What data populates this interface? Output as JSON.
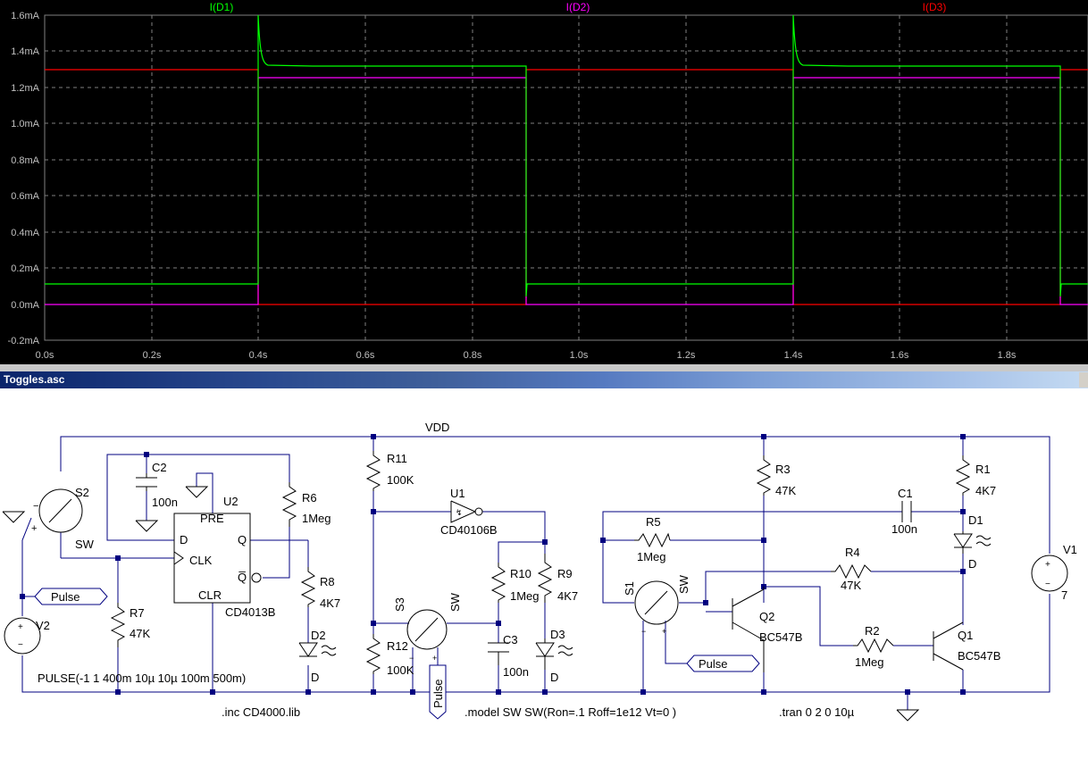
{
  "plot": {
    "traces": [
      {
        "label": "I(D1)",
        "color": "#00ff00"
      },
      {
        "label": "I(D2)",
        "color": "#ff00ff"
      },
      {
        "label": "I(D3)",
        "color": "#ff0000"
      }
    ],
    "y_ticks": [
      "1.6mA",
      "1.4mA",
      "1.2mA",
      "1.0mA",
      "0.8mA",
      "0.6mA",
      "0.4mA",
      "0.2mA",
      "0.0mA",
      "-0.2mA"
    ],
    "x_ticks": [
      "0.0s",
      "0.2s",
      "0.4s",
      "0.6s",
      "0.8s",
      "1.0s",
      "1.2s",
      "1.4s",
      "1.6s",
      "1.8s"
    ]
  },
  "window": {
    "title": "Toggles.asc"
  },
  "schematic": {
    "net_vdd": "VDD",
    "r11": "R11",
    "r11_val": "100K",
    "r12": "R12",
    "r12_val": "100K",
    "c2": "C2",
    "c2_val": "100n",
    "u2": "U2",
    "u2_part": "CD4013B",
    "pin_pre": "PRE",
    "pin_d": "D",
    "pin_clk": "CLK",
    "pin_q": "Q",
    "pin_qbar": "Q̅",
    "pin_clr": "CLR",
    "r6": "R6",
    "r6_val": "1Meg",
    "r8": "R8",
    "r8_val": "4K7",
    "d2": "D2",
    "d2_model": "D",
    "s2": "S2",
    "s2_model": "SW",
    "r7": "R7",
    "r7_val": "47K",
    "v2": "V2",
    "v2_value": "PULSE(-1 1 400m 10µ 10µ 100m 500m)",
    "label_pulse": "Pulse",
    "u1": "U1",
    "u1_part": "CD40106B",
    "r10": "R10",
    "r10_val": "1Meg",
    "r9": "R9",
    "r9_val": "4K7",
    "c3": "C3",
    "c3_val": "100n",
    "d3": "D3",
    "d3_model": "D",
    "s3": "S3",
    "s3_model": "SW",
    "r3": "R3",
    "r3_val": "47K",
    "r5": "R5",
    "r5_val": "1Meg",
    "c1": "C1",
    "c1_val": "100n",
    "r1": "R1",
    "r1_val": "4K7",
    "d1": "D1",
    "d1_model": "D",
    "r4": "R4",
    "r4_val": "47K",
    "s1": "S1",
    "s1_model": "SW",
    "q2": "Q2",
    "q2_part": "BC547B",
    "r2": "R2",
    "r2_val": "1Meg",
    "q1": "Q1",
    "q1_part": "BC547B",
    "v1": "V1",
    "v1_val": "7",
    "dir_inc": ".inc CD4000.lib",
    "dir_model": ".model SW SW(Ron=.1 Roff=1e12 Vt=0 )",
    "dir_tran": ".tran 0 2 0 10µ"
  }
}
